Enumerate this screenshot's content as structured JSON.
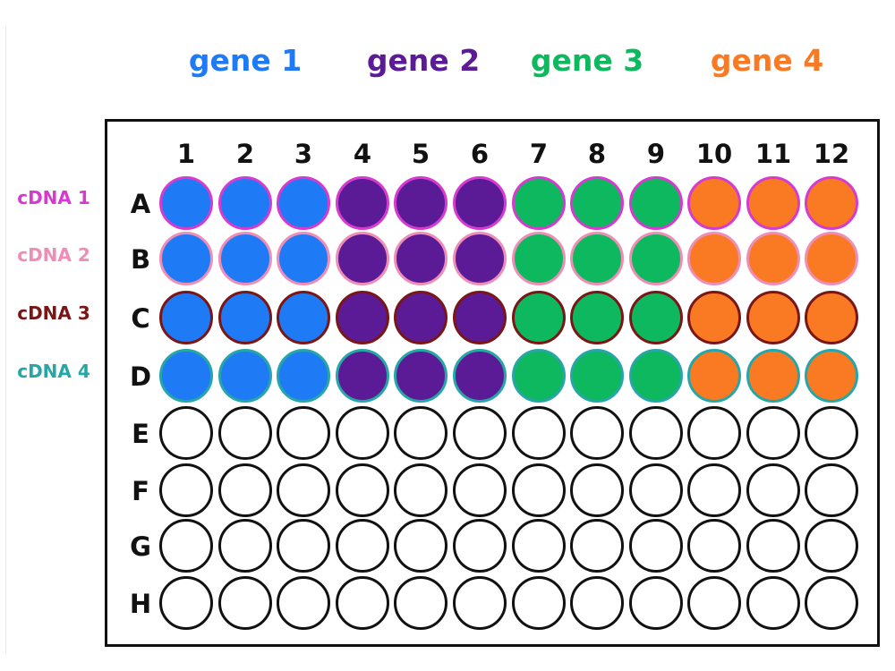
{
  "genes": [
    {
      "label": "gene 1",
      "color": "#1E7BF5"
    },
    {
      "label": "gene 2",
      "color": "#5B1A96"
    },
    {
      "label": "gene 3",
      "color": "#0EB85F"
    },
    {
      "label": "gene 4",
      "color": "#FA7A24"
    }
  ],
  "cdnas": [
    {
      "label": "cDNA 1",
      "color": "#D63BCF"
    },
    {
      "label": "cDNA 2",
      "color": "#EE8EB6"
    },
    {
      "label": "cDNA 3",
      "color": "#7A1616"
    },
    {
      "label": "cDNA 4",
      "color": "#26A6A6"
    }
  ],
  "plate": {
    "columns": [
      "1",
      "2",
      "3",
      "4",
      "5",
      "6",
      "7",
      "8",
      "9",
      "10",
      "11",
      "12"
    ],
    "rows": [
      "A",
      "B",
      "C",
      "D",
      "E",
      "F",
      "G",
      "H"
    ],
    "empty_fill": "#ffffff",
    "empty_stroke": "#111111"
  }
}
